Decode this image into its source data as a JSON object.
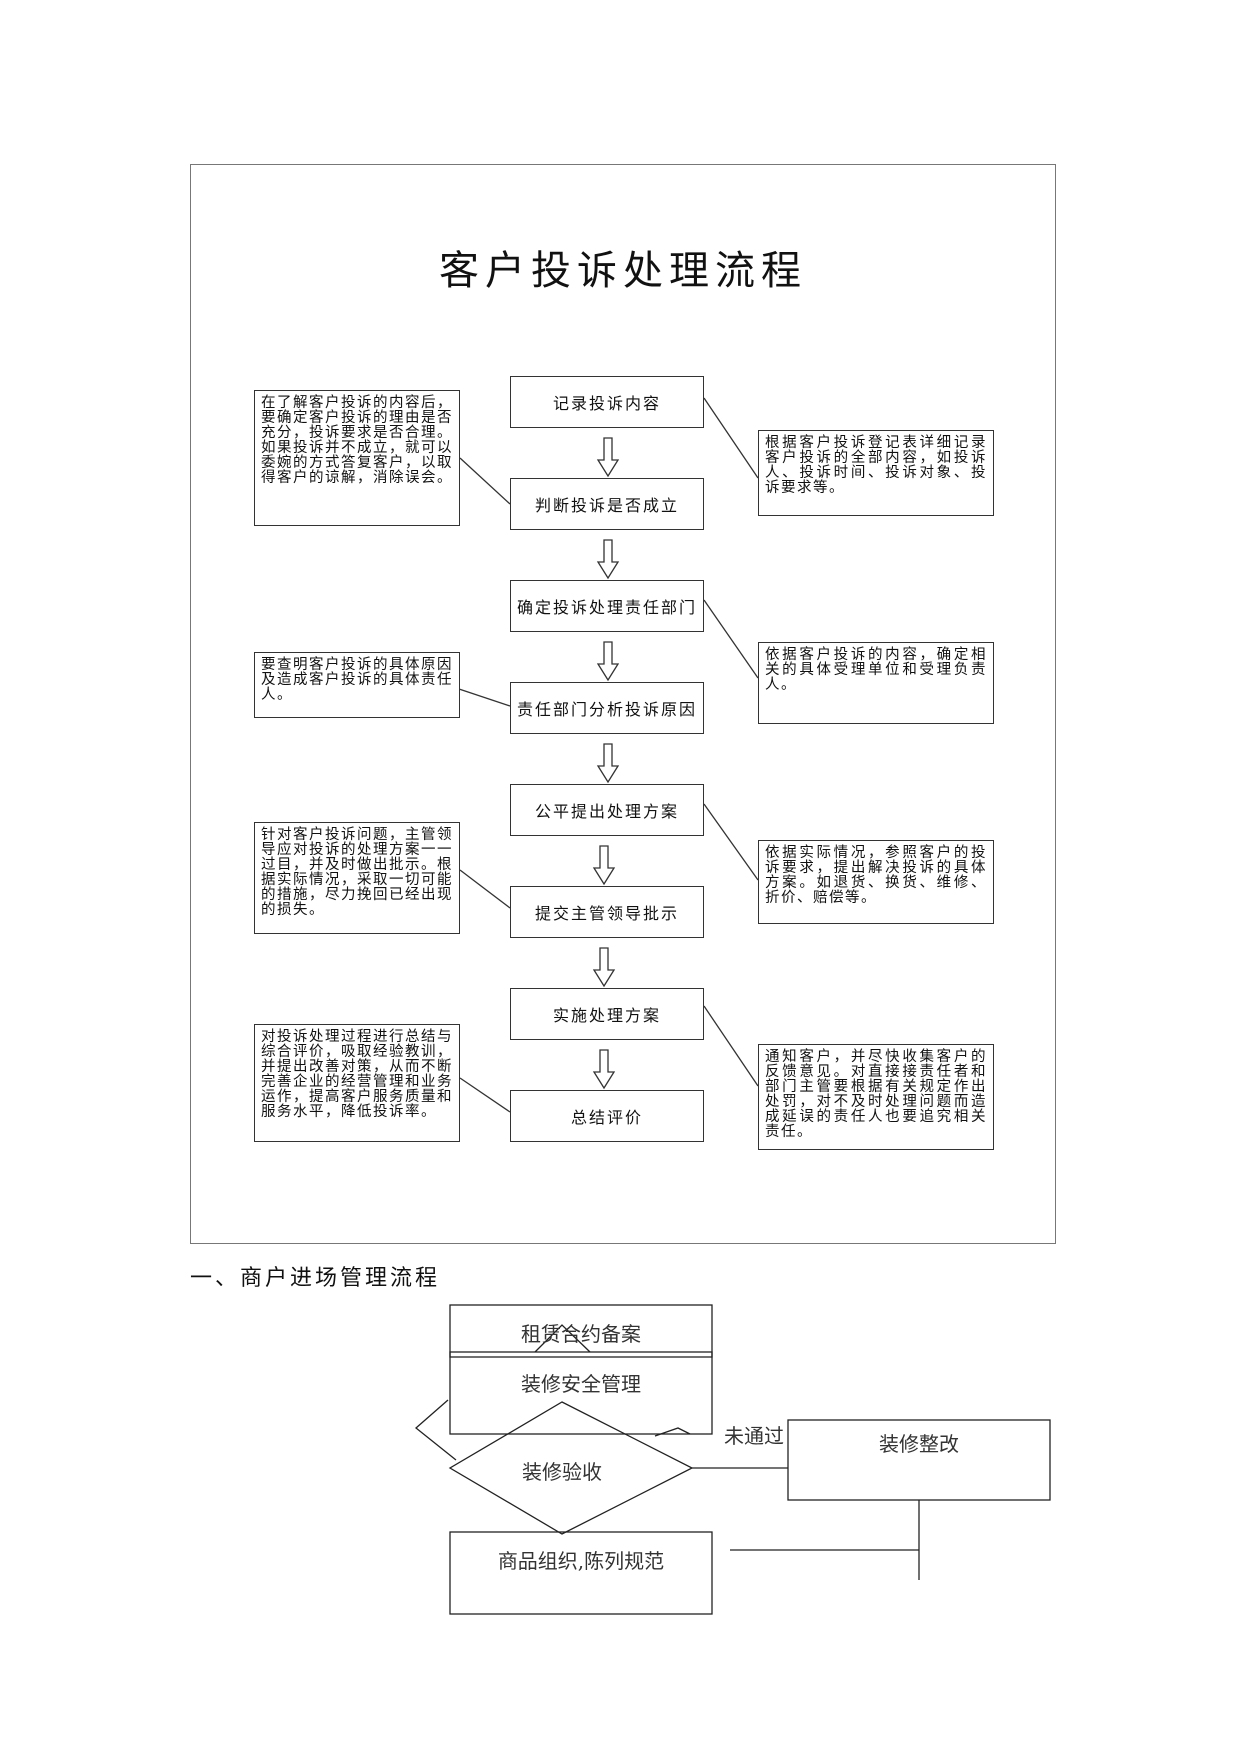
{
  "title": "客户投诉处理流程",
  "steps": [
    "记录投诉内容",
    "判断投诉是否成立",
    "确定投诉处理责任部门",
    "责任部门分析投诉原因",
    "公平提出处理方案",
    "提交主管领导批示",
    "实施处理方案",
    "总结评价"
  ],
  "notes": {
    "judge": "在了解客户投诉的内容后，要确定客户投诉的理由是否充分，投诉要求是否合理。如果投诉并不成立，就可以委婉的方式答复客户，以取得客户的谅解，消除误会。",
    "record": "根据客户投诉登记表详细记录客户投诉的全部内容，如投诉人、投诉时间、投诉对象、投诉要求等。",
    "analyze": "要查明客户投诉的具体原因及造成客户投诉的具体责任人。",
    "dept": "依据客户投诉的内容，确定相关的具体受理单位和受理负责人。",
    "approve": "针对客户投诉问题，主管领导应对投诉的处理方案一一过目，并及时做出批示。根据实际情况，采取一切可能的措施，尽力挽回已经出现的损失。",
    "plan": "依据实际情况，参照客户的投诉要求，提出解决投诉的具体方案。如退货、换货、维修、折价、赔偿等。",
    "summary": "对投诉处理过程进行总结与综合评价，吸取经验教训，并提出改善对策，从而不断完善企业的经营管理和业务运作，提高客户服务质量和服务水平，降低投诉率。",
    "implement": "通知客户，并尽快收集客户的反馈意见。对直接接责任者和部门主管要根据有关规定作出处罚，对不及时处理问题而造成延误的责任人也要追究相关责任。"
  },
  "section2": {
    "heading": "一、商户进场管理流程",
    "lease": "租赁合约备案",
    "safety": "装修安全管理",
    "inspect": "装修验收",
    "fail": "未通过",
    "rectify": "装修整改",
    "goods": "商品组织,陈列规范"
  }
}
